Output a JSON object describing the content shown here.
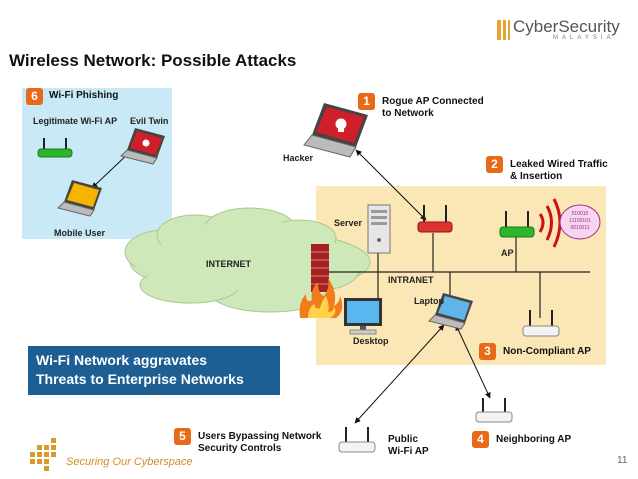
{
  "title": "Wireless Network: Possible Attacks",
  "brand": {
    "name": "CyberSecurity",
    "subtitle": "MALAYSIA"
  },
  "footer": {
    "tagline": "Securing Our Cyberspace",
    "page_number": "11"
  },
  "callout": {
    "line1": "Wi-Fi Network aggravates",
    "line2": "Threats to Enterprise Networks"
  },
  "attacks": [
    {
      "num": "1",
      "line1": "Rogue AP Connected",
      "line2": "to Network"
    },
    {
      "num": "2",
      "line1": "Leaked Wired Traffic",
      "line2": "& Insertion"
    },
    {
      "num": "3",
      "line1": "Non-Compliant AP",
      "line2": ""
    },
    {
      "num": "4",
      "line1": "Neighboring AP",
      "line2": ""
    },
    {
      "num": "5",
      "line1": "Users Bypassing Network",
      "line2": "Security Controls"
    },
    {
      "num": "6",
      "line1": "Wi-Fi Phishing",
      "line2": ""
    }
  ],
  "labels": {
    "legit_ap": "Legitimate Wi-Fi AP",
    "evil_twin": "Evil Twin",
    "mobile_user": "Mobile User",
    "hacker": "Hacker",
    "server": "Server",
    "ap": "AP",
    "internet": "INTERNET",
    "intranet": "INTRANET",
    "laptop": "Laptop",
    "desktop": "Desktop",
    "public_ap_line1": "Public",
    "public_ap_line2": "Wi-Fi AP"
  },
  "leak_text": {
    "line1": "010010",
    "line2": "11100101",
    "line3": "0010011"
  },
  "colors": {
    "badge": "#e86a18",
    "callout": "#1d5e93",
    "phishing_box": "#c9e9f7",
    "intranet_box": "#fbe6b5",
    "cloud": "#cfe8b9",
    "leak_waves": "#cc1111"
  }
}
